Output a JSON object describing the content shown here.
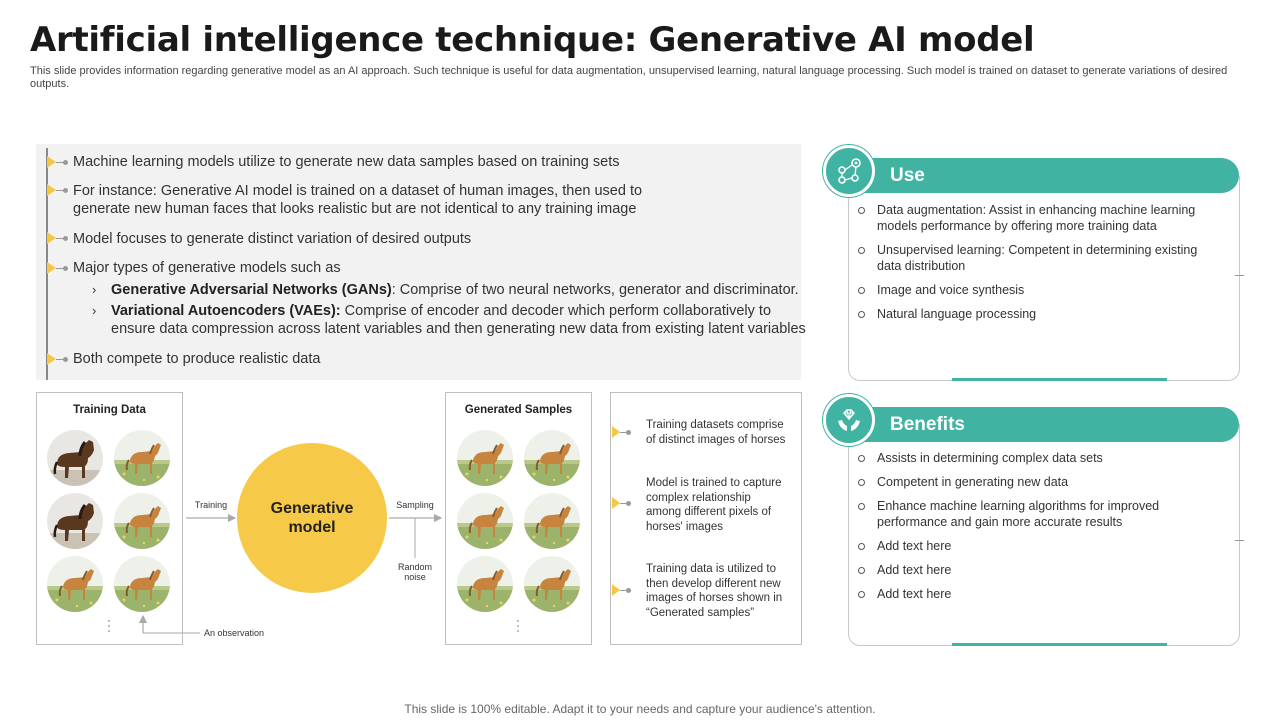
{
  "title": "Artificial intelligence technique: Generative AI model",
  "subtitle": "This slide provides information regarding generative model as an AI approach. Such technique is useful for data augmentation, unsupervised learning, natural language processing. Such model is trained on dataset to generate variations of desired outputs.",
  "left_panel": {
    "bullet1": "Machine learning models utilize to generate new data samples based on training sets",
    "bullet2_line1": "For instance: Generative AI model is trained on a dataset of human images, then used to",
    "bullet2_line2": "generate new human faces that looks realistic but are not identical to any training image",
    "bullet3": "Model focuses to generate distinct variation of desired outputs",
    "bullet4": "Major types of generative models such as",
    "sub1_bold": "Generative Adversarial Networks (GANs)",
    "sub1_rest": ": Comprise of two neural networks, generator and discriminator.",
    "sub2_bold": "Variational Autoencoders (VAEs):",
    "sub2_rest": " Comprise of encoder and decoder which perform collaboratively to",
    "sub2_line2": "ensure data compression across latent variables and then generating new data from existing latent variables",
    "bullet5": "Both compete to produce realistic data",
    "chevron": "›"
  },
  "diagram": {
    "training_title": "Training Data",
    "generated_title": "Generated Samples",
    "model_line1": "Generative",
    "model_line2": "model",
    "training_label": "Training",
    "sampling_label": "Sampling",
    "noise_line1": "Random",
    "noise_line2": "noise",
    "observation_label": "An observation",
    "notes": [
      {
        "lines": [
          "Training datasets comprise",
          "of distinct images of horses"
        ]
      },
      {
        "lines": [
          "Model is trained to capture",
          "complex relationship",
          "among different pixels of",
          "horses' images"
        ]
      },
      {
        "lines": [
          "Training data is utilized to",
          "then develop different new",
          "images of horses shown in",
          "“Generated samples”"
        ]
      }
    ]
  },
  "use_card": {
    "title": "Use",
    "items": [
      {
        "line1": "Data augmentation: Assist in enhancing machine learning",
        "line2": "models performance  by offering  more training data"
      },
      {
        "line1": "Unsupervised  learning:  Competent  in  determining  existing",
        "line2": "data distribution"
      },
      {
        "line1": "Image and voice synthesis",
        "line2": ""
      },
      {
        "line1": "Natural language processing",
        "line2": ""
      }
    ]
  },
  "benefits_card": {
    "title": "Benefits",
    "items": [
      {
        "line1": "Assists in determining complex data sets",
        "line2": ""
      },
      {
        "line1": "Competent in generating  new data",
        "line2": ""
      },
      {
        "line1": "Enhance machine learning algorithms for improved",
        "line2": "performance  and gain more accurate results"
      },
      {
        "line1": "Add text here",
        "line2": ""
      },
      {
        "line1": "Add text here",
        "line2": ""
      },
      {
        "line1": "Add text here",
        "line2": ""
      }
    ]
  },
  "footer": "This slide is 100% editable. Adapt it to your needs and capture your audience's attention.",
  "colors": {
    "teal": "#40b3a2",
    "yellow": "#f7c948",
    "panel_gray": "#f2f2f2"
  },
  "icons": {
    "use": "network-nodes-icon",
    "benefits": "hand-gem-icon"
  }
}
